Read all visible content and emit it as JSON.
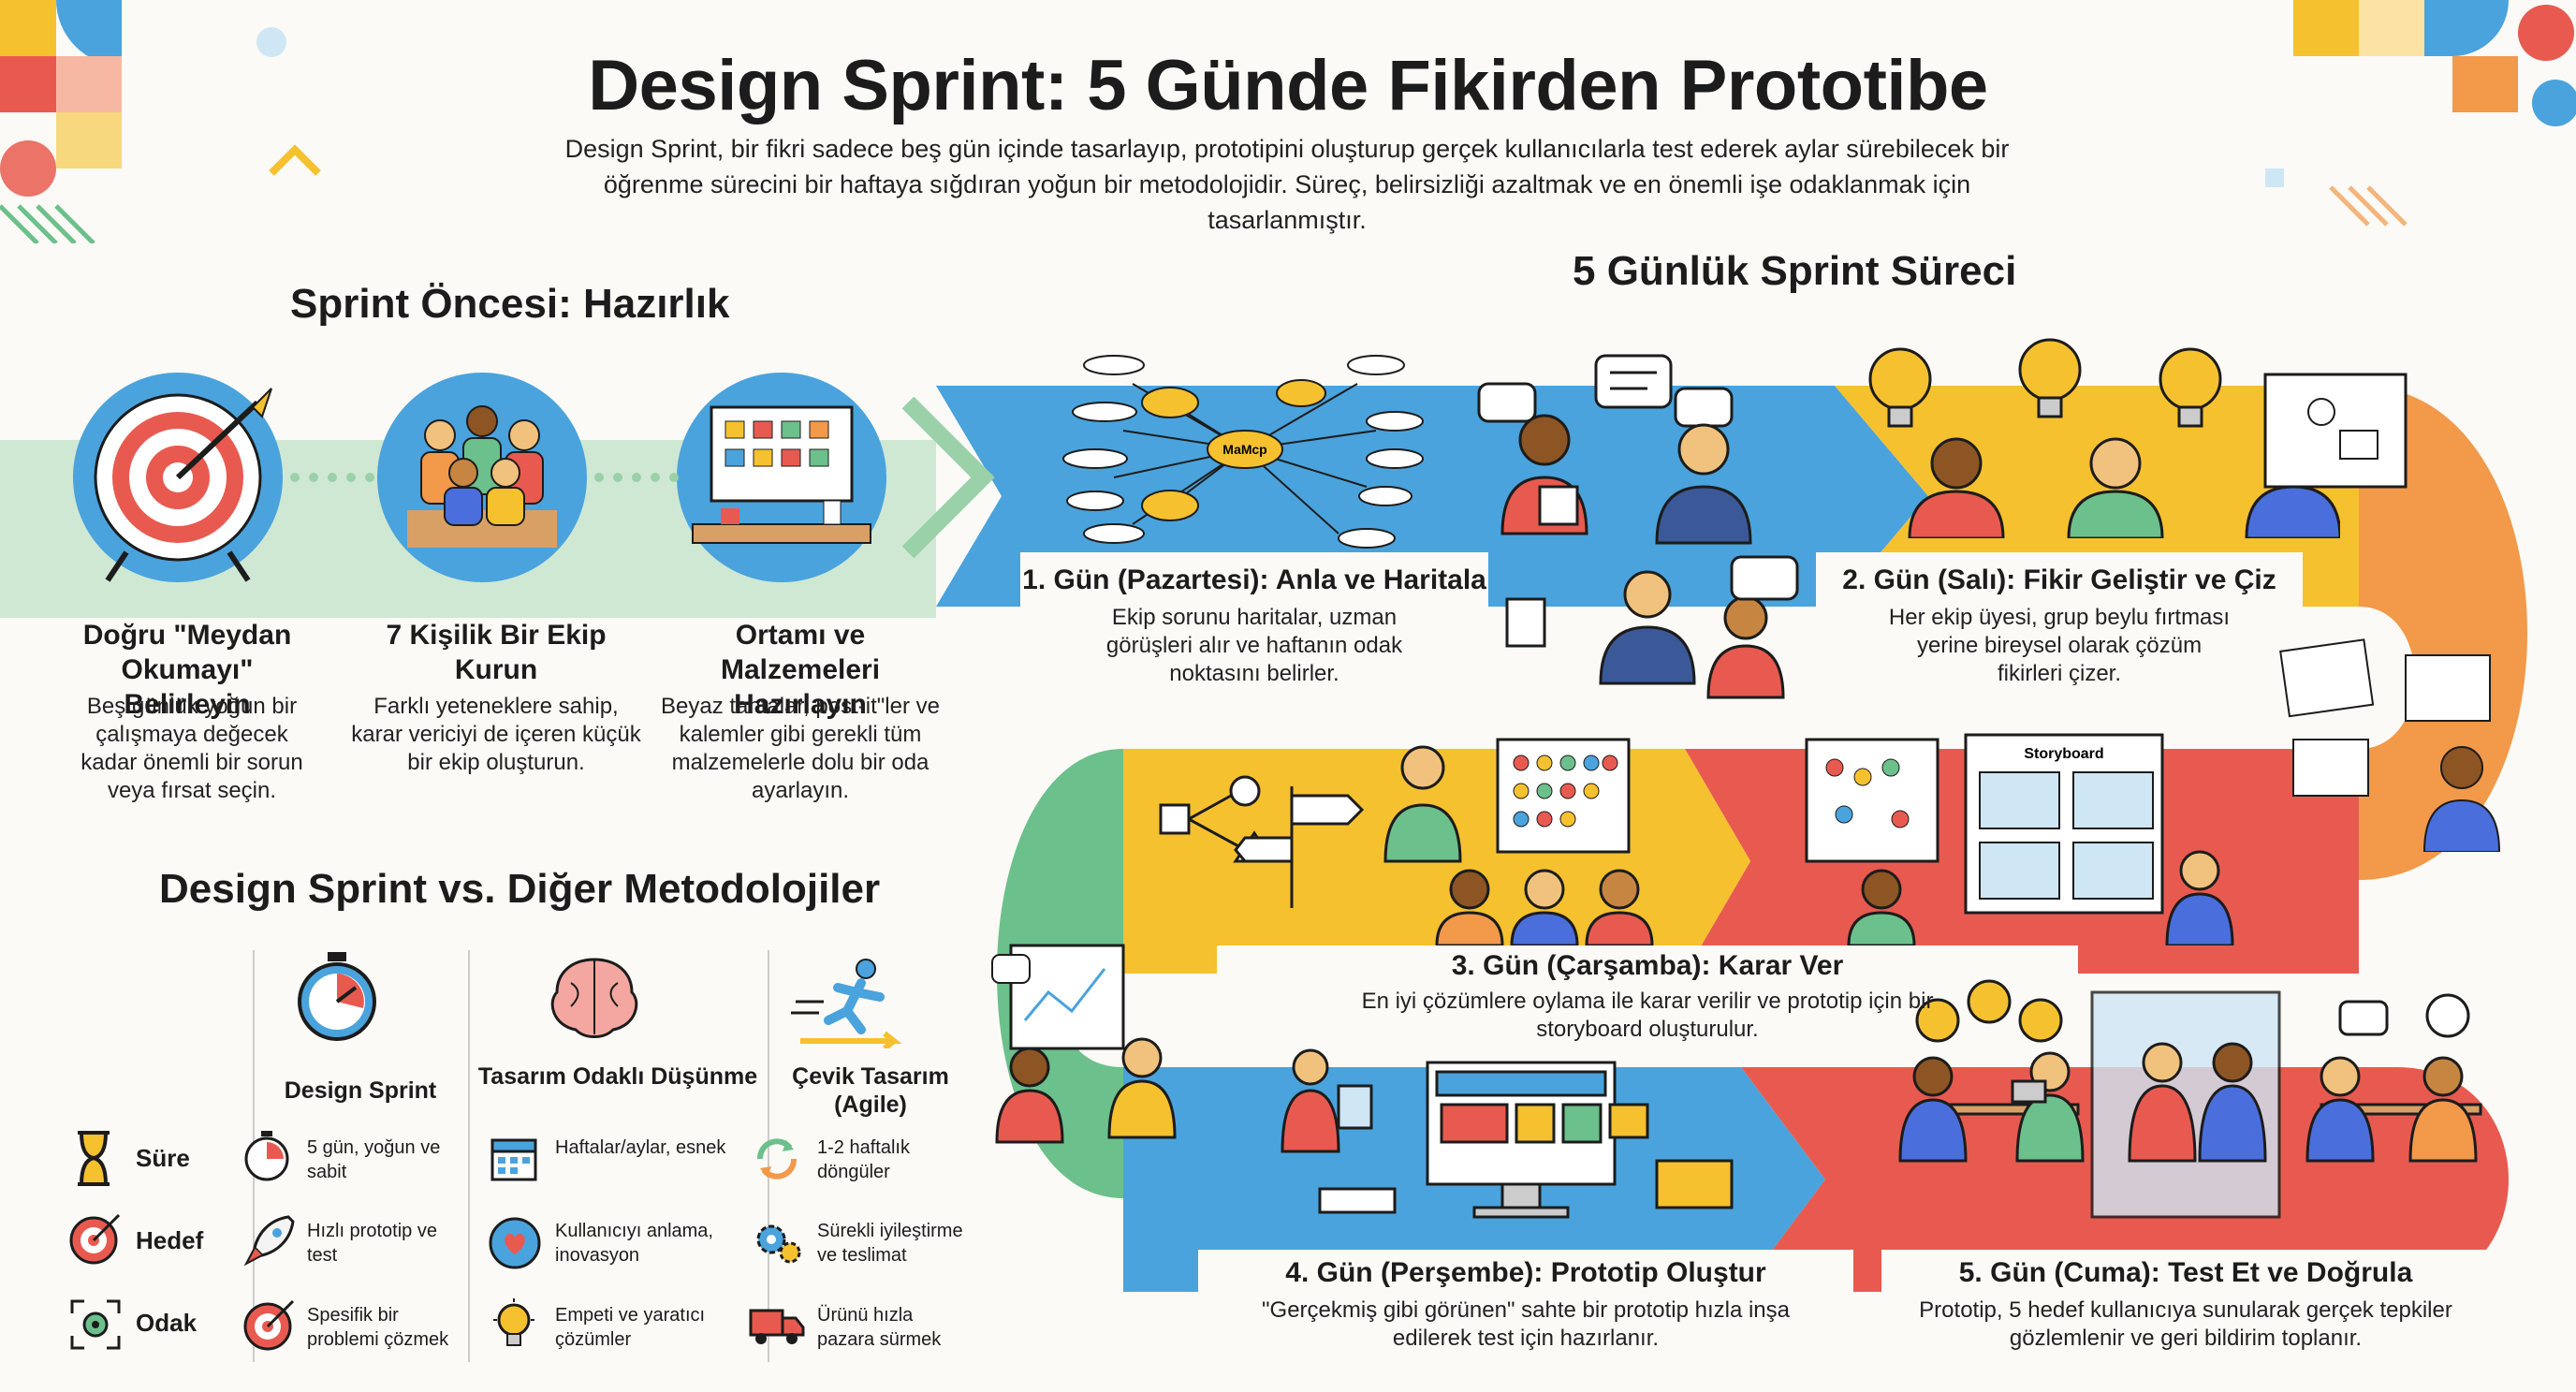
{
  "header": {
    "title": "Design Sprint: 5 Günde Fikirden Prototibe",
    "intro_line1": "Design Sprint, bir fikri sadece beş gün içinde tasarlayıp, prototipini oluşturup gerçek kullanıcılarla test ederek aylar sürebilecek bir",
    "intro_line2": "öğrenme sürecini bir haftaya sığdıran yoğun bir metodolojidir. Süreç, belirsizliği azaltmak ve en önemli işe odaklanmak için tasarlanmıştır."
  },
  "prep": {
    "heading": "Sprint Öncesi: Hazırlık",
    "cards": [
      {
        "title": "Doğru \"Meydan Okumayı\" Belirleyin",
        "desc": "Beş günlük yoğun bir çalışmaya değecek kadar önemli bir sorun veya fırsat seçin.",
        "icon": "target-icon"
      },
      {
        "title": "7 Kişilik Bir Ekip Kurun",
        "desc": "Farklı yeteneklere sahip, karar vericiyi de içeren küçük bir ekip oluşturun.",
        "icon": "team-icon"
      },
      {
        "title": "Ortamı ve Malzemeleri Hazırlayın",
        "desc": "Beyaz tahtalar, post-it\"ler ve kalemler gibi gerekli tüm malzemelerle dolu bir oda ayarlayın.",
        "icon": "whiteboard-icon"
      }
    ]
  },
  "process": {
    "heading": "5 Günlük Sprint Süreci",
    "days": [
      {
        "title": "1. Gün (Pazartesi): Anla ve Haritala",
        "desc": "Ekip sorunu haritalar, uzman görüşleri alır ve haftanın odak noktasını belirler."
      },
      {
        "title": "2. Gün (Salı): Fikir Geliştir ve Çiz",
        "desc": "Her ekip üyesi, grup beylu fırtması yerine bireysel olarak çözüm fikirleri çizer."
      },
      {
        "title": "3. Gün (Çarşamba): Karar Ver",
        "desc": "En iyi çözümlere oylama ile karar verilir ve prototip için bir storyboard oluşturulur."
      },
      {
        "title": "4. Gün (Perşembe): Prototip Oluştur",
        "desc": "\"Gerçekmiş gibi görünen\" sahte bir prototip hızla inşa edilerek test için hazırlanır."
      },
      {
        "title": "5. Gün (Cuma): Test Et ve Doğrula",
        "desc": "Prototip, 5 hedef kullanıcıya sunularak gerçek tepkiler gözlemlenir ve geri bildirim toplanır."
      }
    ],
    "mindmap_center": "МаМср",
    "storyboard_label": "Storyboard"
  },
  "comparison": {
    "heading": "Design Sprint vs. Diğer Metodolojiler",
    "columns": [
      "Design Sprint",
      "Tasarım Odaklı Düşünme",
      "Çevik Tasarım (Agile)"
    ],
    "rows": [
      {
        "label": "Süre",
        "cells": [
          "5 gün, yoğun ve sabit",
          "Haftalar/aylar, esnek",
          "1-2 haftalık döngüler"
        ]
      },
      {
        "label": "Hedef",
        "cells": [
          "Hızlı prototip ve test",
          "Kullanıcıyı anlama, inovasyon",
          "Sürekli iyileştirme ve teslimat"
        ]
      },
      {
        "label": "Odak",
        "cells": [
          "Spesifik bir problemi çözmek",
          "Empeti ve yaratıcı çözümler",
          "Ürünü hızla pazara sürmek"
        ]
      }
    ]
  },
  "colors": {
    "blue": "#4aa3dc",
    "yellow": "#f6c12f",
    "orange": "#f2994a",
    "red": "#e85a4f",
    "green": "#6cc08b",
    "dark": "#1c1c1c"
  }
}
